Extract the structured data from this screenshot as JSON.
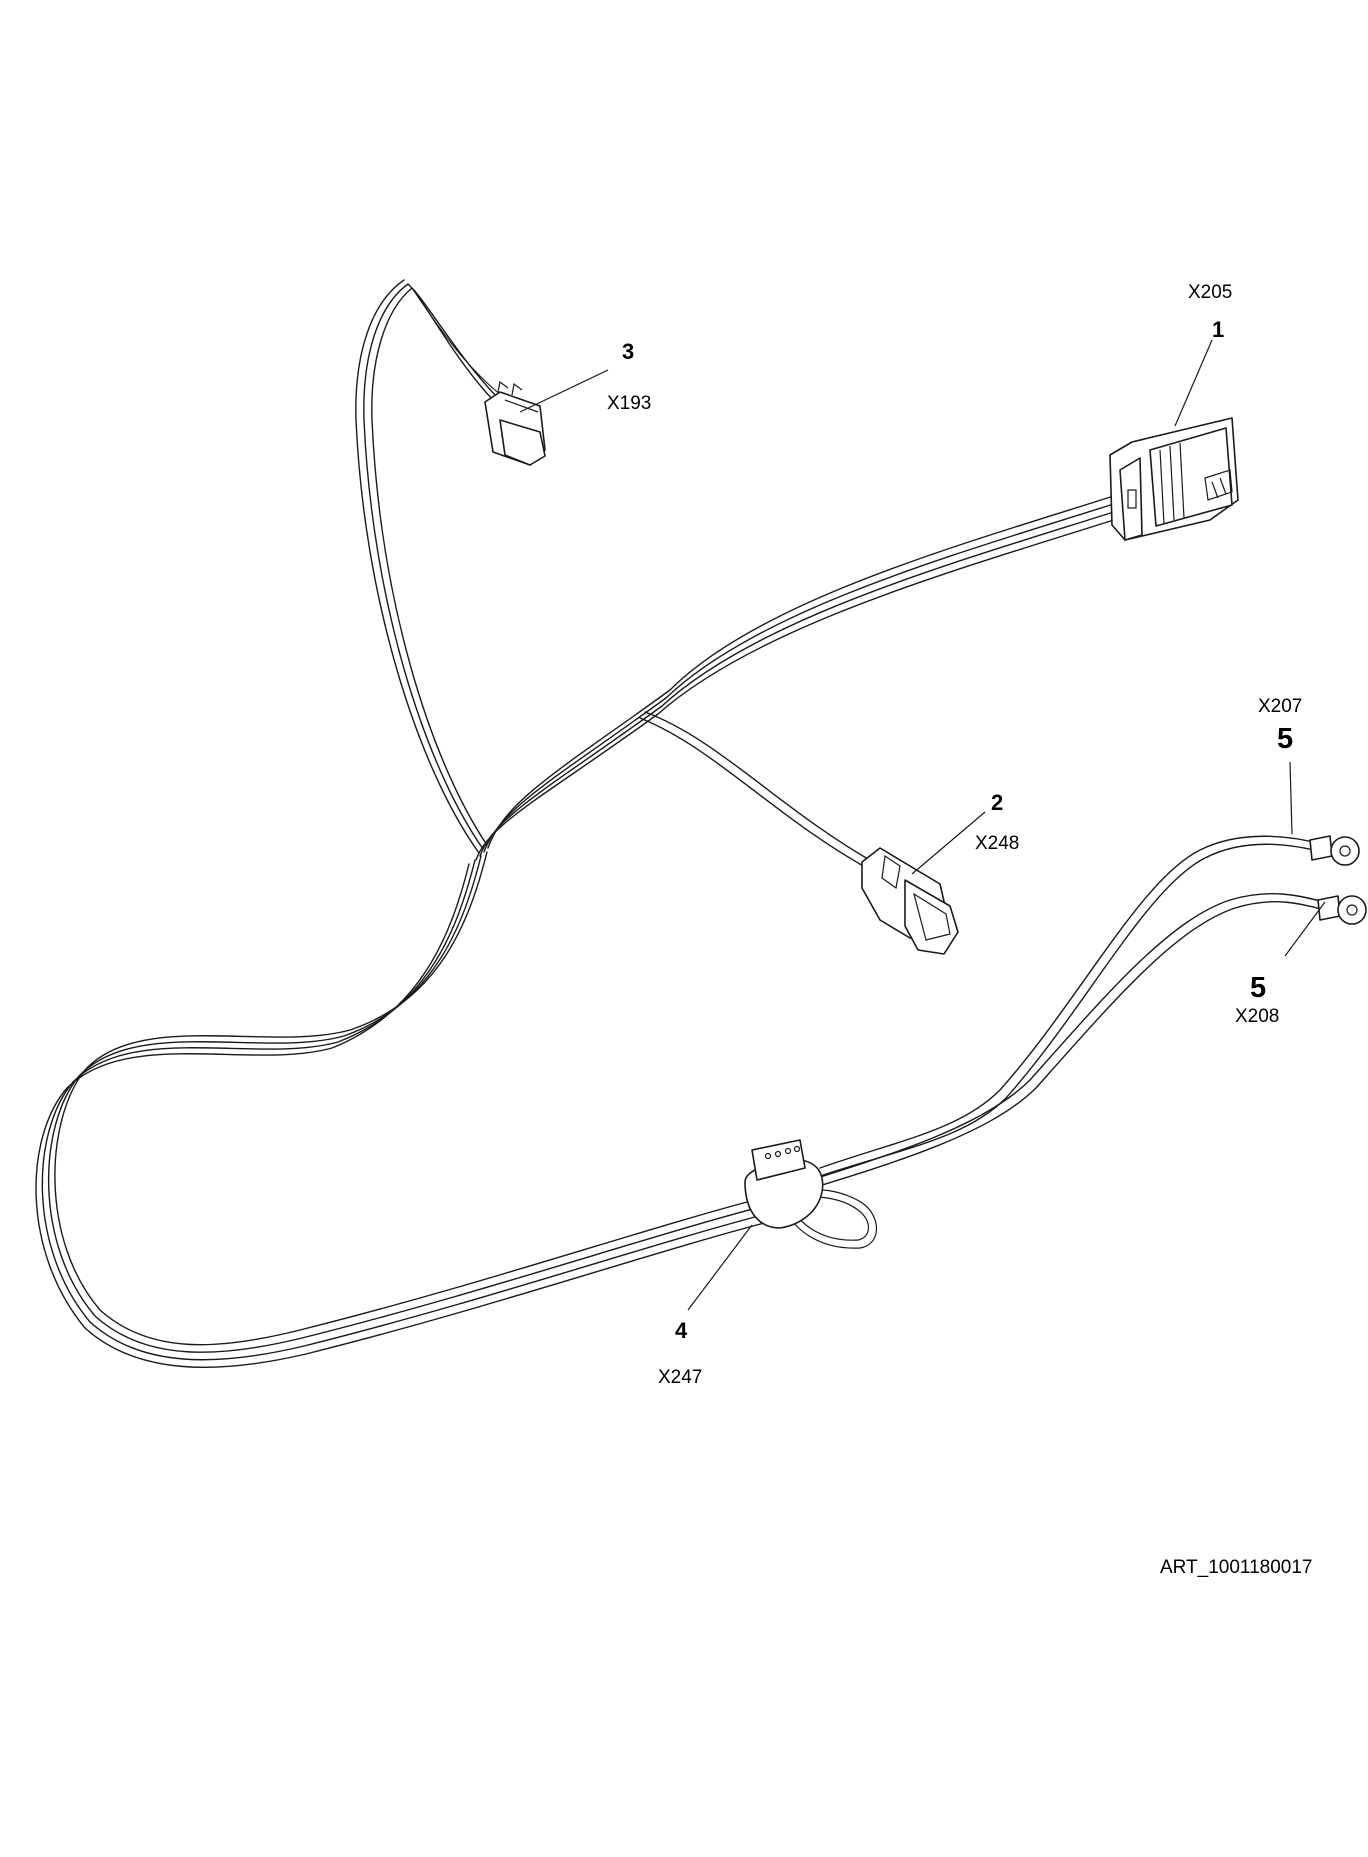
{
  "callouts": [
    {
      "number": "1",
      "code": "X205"
    },
    {
      "number": "2",
      "code": "X248"
    },
    {
      "number": "3",
      "code": "X193"
    },
    {
      "number": "4",
      "code": "X247"
    },
    {
      "number": "5",
      "code": "X207"
    },
    {
      "number": "5",
      "code": "X208"
    }
  ],
  "art_id": "ART_1001180017",
  "colors": {
    "line": "#1a1a1a",
    "background": "#ffffff"
  }
}
